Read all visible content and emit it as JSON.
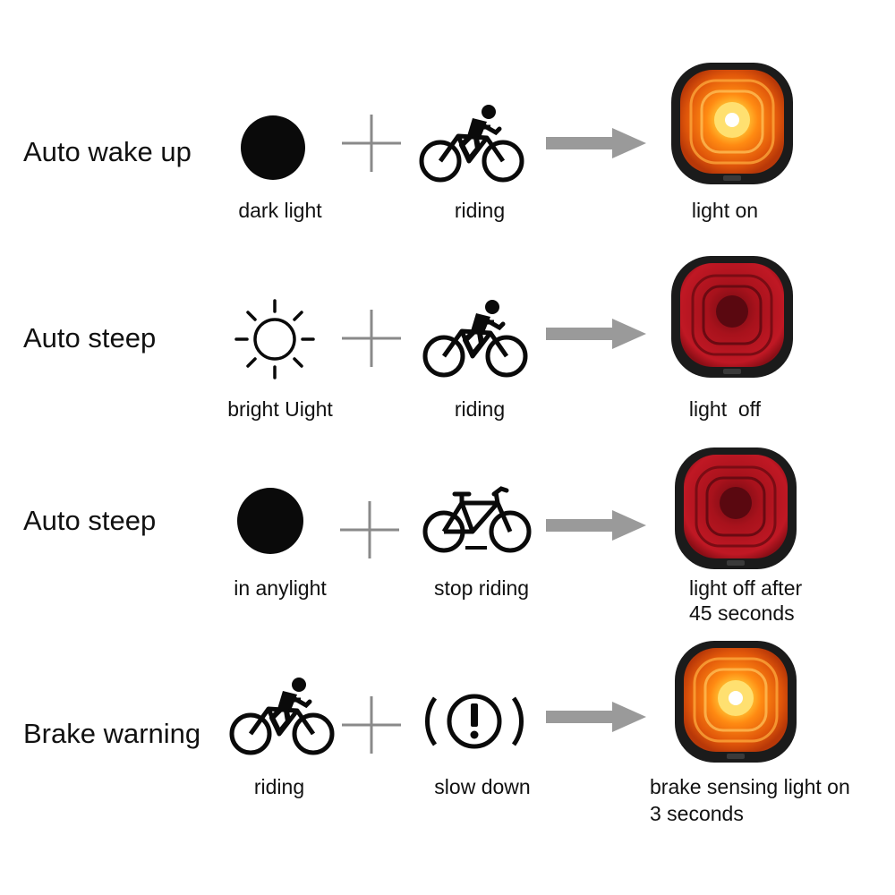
{
  "rows": [
    {
      "title": "Auto wake up",
      "condition_icon": "dark-circle-icon",
      "condition_label": "dark light",
      "action_icon": "cyclist-riding-icon",
      "action_label": "riding",
      "result_icon": "taillight-on-icon",
      "result_label": "light on"
    },
    {
      "title": "Auto steep",
      "condition_icon": "sun-icon",
      "condition_label": "bright Uight",
      "action_icon": "cyclist-riding-icon",
      "action_label": "riding",
      "result_icon": "taillight-off-icon",
      "result_label": "light  off"
    },
    {
      "title": "Auto steep",
      "condition_icon": "dark-circle-icon",
      "condition_label": "in anylight",
      "action_icon": "parked-bicycle-icon",
      "action_label": "stop riding",
      "result_icon": "taillight-off-icon",
      "result_label_line1": "light off after",
      "result_label_line2": "45 seconds"
    },
    {
      "title": "Brake warning",
      "condition_icon": "cyclist-riding-icon",
      "condition_label": "riding",
      "action_icon": "brake-warning-icon",
      "action_label": "slow down",
      "result_icon": "taillight-on-icon",
      "result_label_line1": "brake sensing light on",
      "result_label_line2": "3 seconds"
    }
  ],
  "colors": {
    "light_on_orange": "#f07a10",
    "light_off_red": "#a8121c",
    "plus_gray": "#8a8a8a",
    "arrow_gray": "#9a9a9a",
    "icon_black": "#0a0a0a"
  }
}
